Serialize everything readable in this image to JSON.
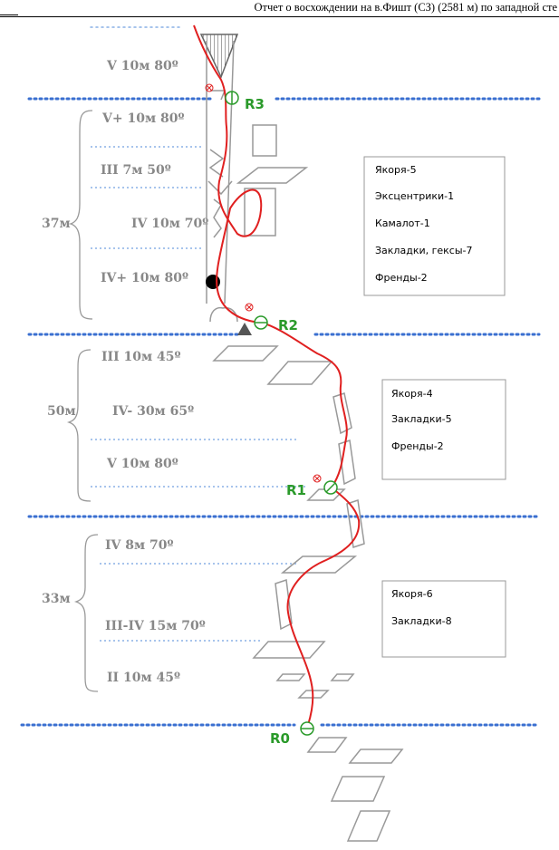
{
  "header": "Отчет о восхождении на в.Фишт (СЗ) (2581 м) по западной сте",
  "sections": [
    {
      "length": "37м",
      "pitches": [
        "V 10м 80º",
        "V+ 10м 80º",
        "III 7м 50º",
        "IV 10м 70º",
        "IV+ 10м 80º"
      ]
    },
    {
      "length": "50м",
      "pitches": [
        "III 10м 45º",
        "IV- 30м 65º",
        "V 10м 80º"
      ]
    },
    {
      "length": "33м",
      "pitches": [
        "IV 8м 70º",
        "III-IV 15м 70º",
        "II 10м 45º"
      ]
    }
  ],
  "stations": [
    "R3",
    "R2",
    "R1",
    "R0"
  ],
  "gear_boxes": [
    [
      "Якоря-5",
      "Эксцентрики-1",
      "Камалот-1",
      "Закладки, гексы-7",
      "Френды-2"
    ],
    [
      "Якоря-4",
      "Закладки-5",
      "Френды-2"
    ],
    [
      "Якоря-6",
      "Закладки-8"
    ]
  ],
  "colors": {
    "route": "#e02020",
    "station": "#2a9a2a",
    "divider": "#3a6fd0",
    "outline": "#999999"
  }
}
